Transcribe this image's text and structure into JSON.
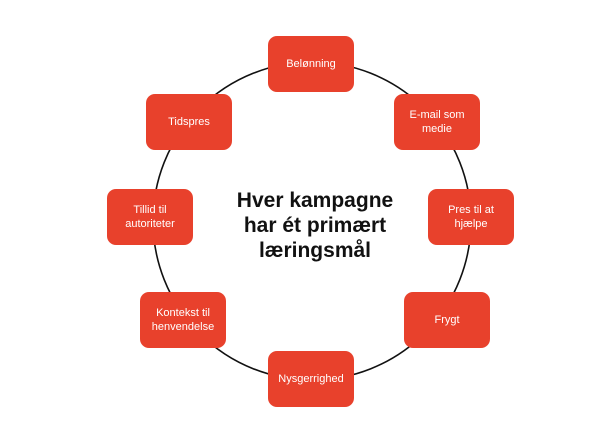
{
  "diagram": {
    "center_lines": [
      "Hver kampagne",
      "har ét primært",
      "læringsmål"
    ],
    "nodes": [
      {
        "label": "Belønning"
      },
      {
        "label": "E-mail som medie"
      },
      {
        "label": "Pres til at hjælpe"
      },
      {
        "label": "Frygt"
      },
      {
        "label": "Nysgerrighed"
      },
      {
        "label": "Kontekst til henvendelse"
      },
      {
        "label": "Tillid til autoriteter"
      },
      {
        "label": "Tidspres"
      }
    ]
  },
  "colors": {
    "node_fill": "#e8412c",
    "node_text": "#ffffff",
    "ring_stroke": "#111111",
    "title_text": "#111111"
  }
}
